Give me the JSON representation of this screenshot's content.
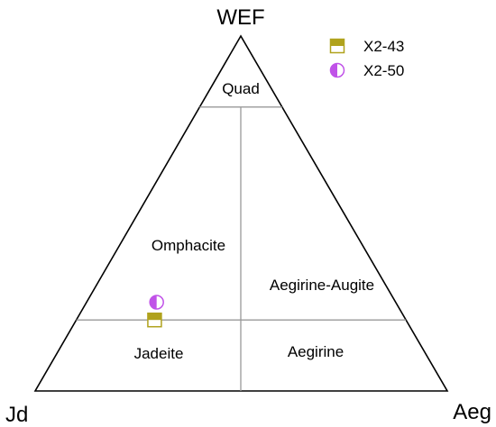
{
  "chart_data": {
    "type": "scatter",
    "diagram": "ternary",
    "vertices": {
      "top": "WEF",
      "left": "Jd",
      "right": "Aeg"
    },
    "fields": [
      "Quad",
      "Omphacite",
      "Aegirine-Augite",
      "Jadeite",
      "Aegirine"
    ],
    "grid": false,
    "legend_position": "top-right",
    "series": [
      {
        "name": "X2-43",
        "marker": "half-filled-square",
        "color": "#b0a21c",
        "points": [
          {
            "WEF": 20,
            "Jd": 61,
            "Aeg": 19
          }
        ]
      },
      {
        "name": "X2-50",
        "marker": "half-filled-circle",
        "color": "#c052e8",
        "points": [
          {
            "WEF": 25,
            "Jd": 58,
            "Aeg": 17
          }
        ]
      }
    ]
  }
}
